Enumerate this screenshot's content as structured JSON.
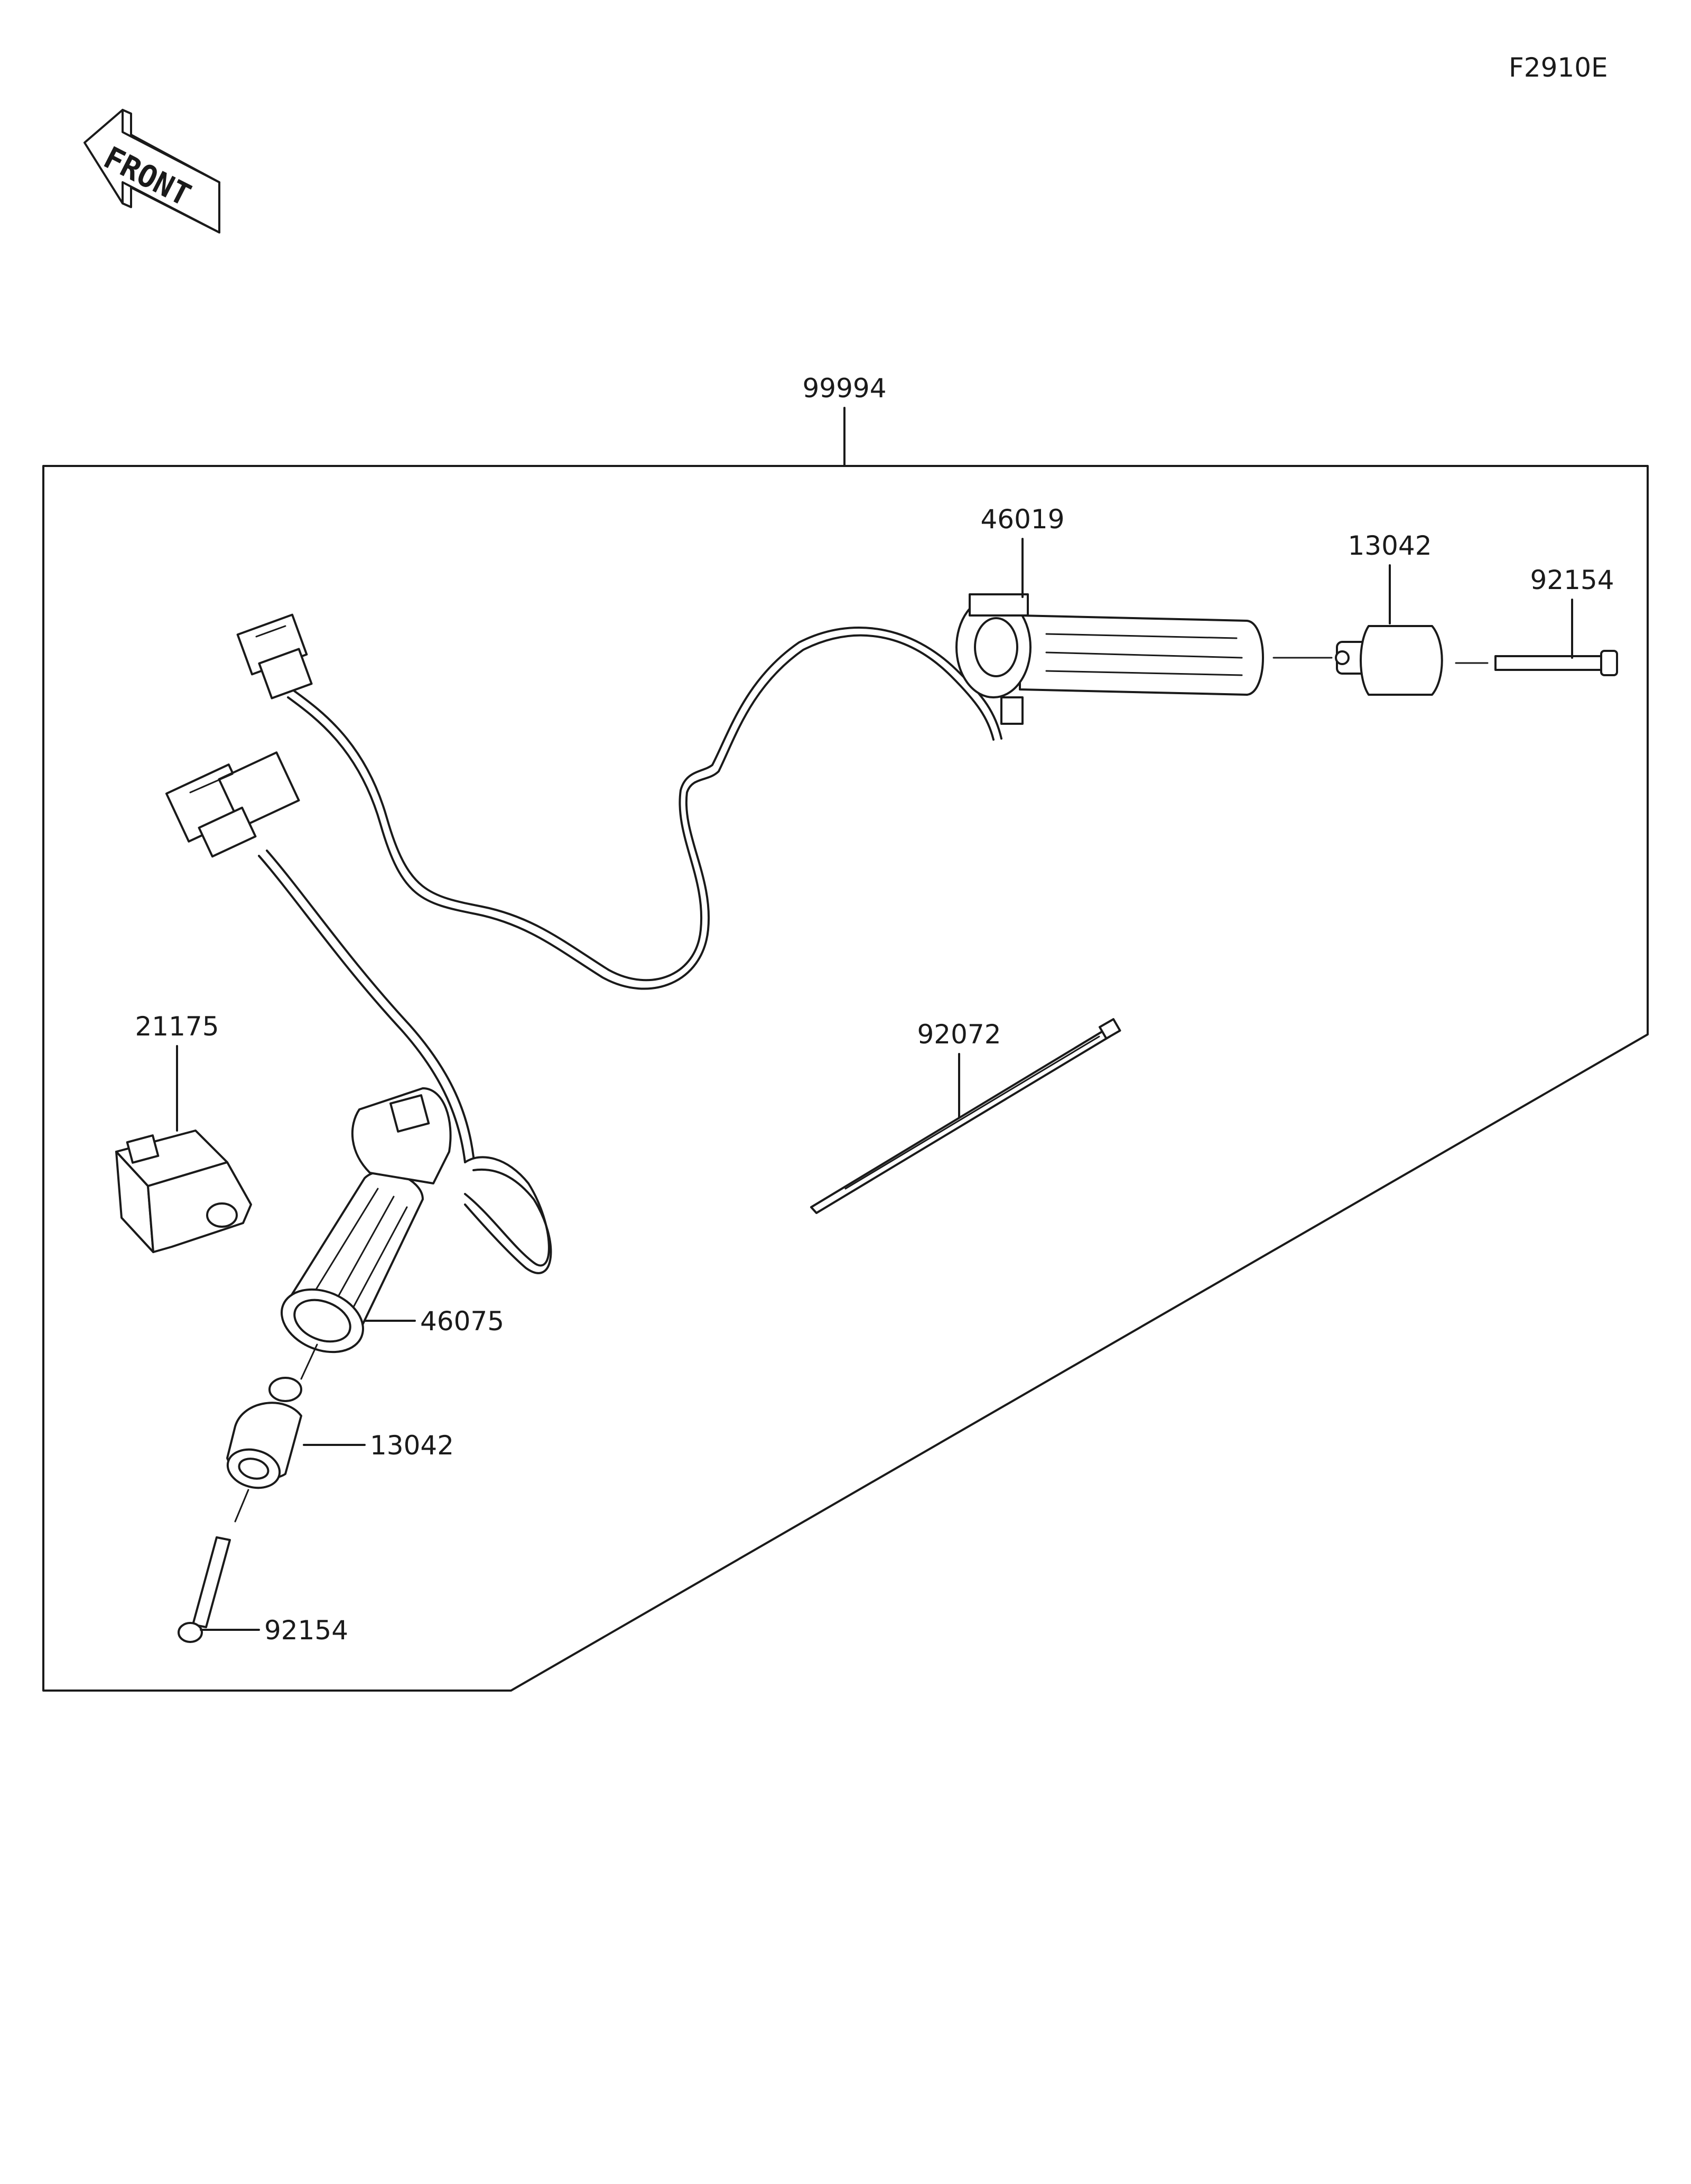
{
  "figure_code": "F2910E",
  "front_label": "FRONT",
  "assembly_label": "99994",
  "callouts": {
    "grip_right": "46019",
    "end_weight_right": "13042",
    "screw_right": "92154",
    "cable_tie": "92072",
    "controller": "21175",
    "grip_left": "46075",
    "end_weight_left": "13042",
    "screw_left": "92154"
  }
}
